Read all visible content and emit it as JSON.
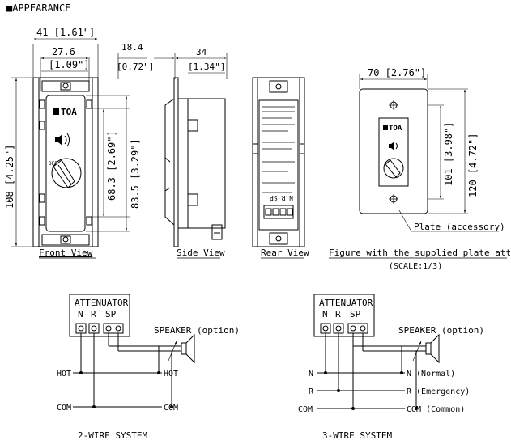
{
  "heading": "■APPEARANCE",
  "dimensions": {
    "front_width": "41 [1.61\"]",
    "front_inner_mm": "27.6",
    "front_inner_in": "[1.09\"]",
    "front_height": "108 [4.25\"]",
    "front_68": "68.3 [2.69\"]",
    "front_83": "83.5 [3.29\"]",
    "side_depth_mm": "18.4",
    "side_depth_in": "[0.72\"]",
    "side_34_mm": "34",
    "side_34_in": "[1.34\"]",
    "plate_width": "70 [2.76\"]",
    "plate_101": "101 [3.98\"]",
    "plate_120": "120 [4.72\"]"
  },
  "device": {
    "brand": "TOA",
    "off_label": "OFF",
    "terminal_labels": "N R SP"
  },
  "callout": "Plate (accessory)",
  "captions": {
    "front": "Front View",
    "side": "Side View",
    "rear": "Rear View",
    "plate": "Figure with the supplied plate attached",
    "scale": "(SCALE:1/3)"
  },
  "wiring2": {
    "box_title": "ATTENUATOR",
    "term_n": "N",
    "term_r": "R",
    "term_sp": "SP",
    "speaker": "SPEAKER (option)",
    "hot_left": "HOT",
    "hot_right": "HOT",
    "com_left": "COM",
    "com_right": "COM",
    "title": "2-WIRE SYSTEM"
  },
  "wiring3": {
    "box_title": "ATTENUATOR",
    "term_n": "N",
    "term_r": "R",
    "term_sp": "SP",
    "speaker": "SPEAKER (option)",
    "n_left": "N",
    "n_right": "N (Normal)",
    "r_left": "R",
    "r_right": "R (Emergency)",
    "com_left": "COM",
    "com_right": "COM (Common)",
    "title": "3-WIRE SYSTEM"
  }
}
